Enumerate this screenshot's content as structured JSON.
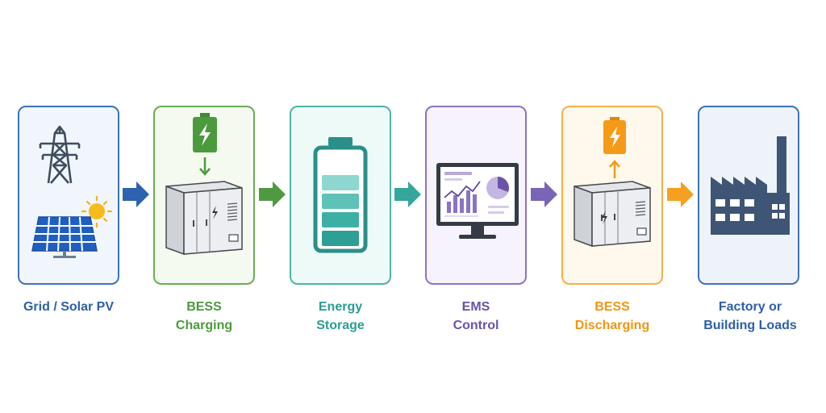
{
  "stages": [
    {
      "id": "grid-solar",
      "line1": "Grid / Solar PV",
      "line2": "",
      "color": "#2d5ea8",
      "bg": "#f1f6fc",
      "border": "#3d73b8"
    },
    {
      "id": "bess-charging",
      "line1": "BESS",
      "line2": "Charging",
      "color": "#4a9a3b",
      "bg": "#f4faf0",
      "border": "#6aac55"
    },
    {
      "id": "energy-storage",
      "line1": "Energy",
      "line2": "Storage",
      "color": "#2a9d94",
      "bg": "#eefaf8",
      "border": "#4db3aa"
    },
    {
      "id": "ems-control",
      "line1": "EMS",
      "line2": "Control",
      "color": "#6a53a8",
      "bg": "#f6f3fc",
      "border": "#8a74c2"
    },
    {
      "id": "bess-discharging",
      "line1": "BESS",
      "line2": "Discharging",
      "color": "#f2950f",
      "bg": "#fff8ec",
      "border": "#f5b04a"
    },
    {
      "id": "loads",
      "line1": "Factory or",
      "line2": "Building Loads",
      "color": "#2d5ea8",
      "bg": "#eef3fa",
      "border": "#3d73b8"
    }
  ],
  "arrow_colors": [
    "#2d62b0",
    "#4f9a40",
    "#35a69c",
    "#7b63b5",
    "#f5a020"
  ]
}
